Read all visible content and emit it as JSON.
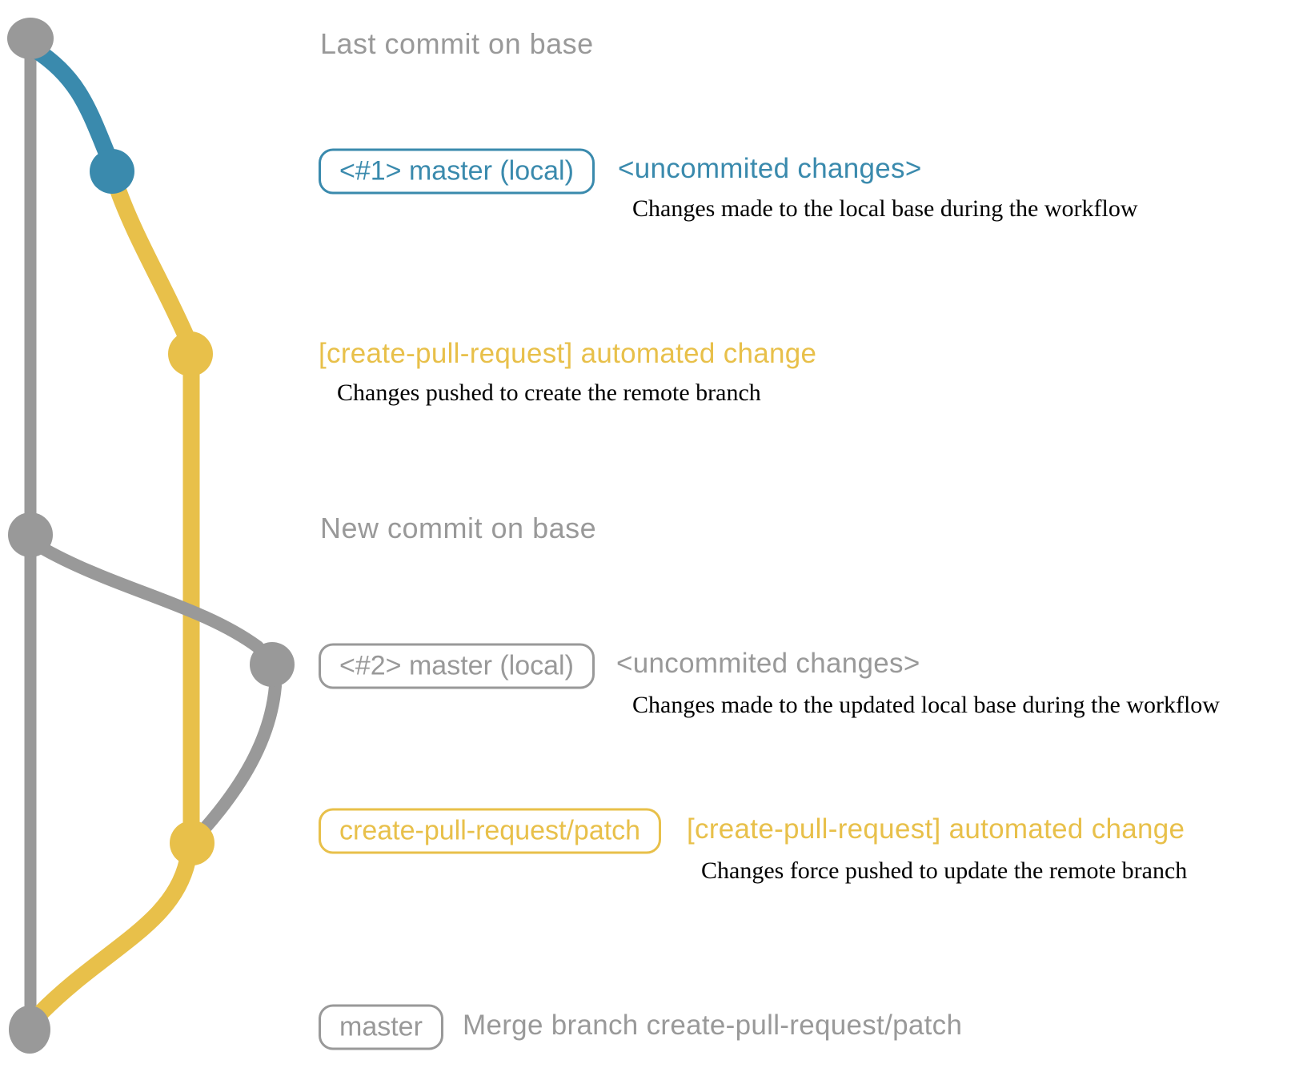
{
  "colors": {
    "gray": "#999999",
    "blue": "#3a8aad",
    "yellow": "#e8c04a",
    "ink": "#000000",
    "background": "#ffffff"
  },
  "graph": {
    "commit_nodes": [
      {
        "id": "base-last-commit",
        "color": "gray"
      },
      {
        "id": "local-master-1",
        "color": "blue"
      },
      {
        "id": "patch-branch-1",
        "color": "yellow"
      },
      {
        "id": "base-new-commit",
        "color": "gray"
      },
      {
        "id": "local-master-2",
        "color": "gray"
      },
      {
        "id": "patch-branch-2",
        "color": "yellow"
      },
      {
        "id": "merge-commit",
        "color": "gray"
      }
    ]
  },
  "annotations": {
    "row1": {
      "heading": "Last commit on base"
    },
    "row2": {
      "badge": "<#1> master (local)",
      "note": "<uncommited changes>",
      "detail": "Changes made to the local base during the workflow"
    },
    "row3": {
      "note": "[create-pull-request] automated change",
      "detail": "Changes pushed to create the remote branch"
    },
    "row4": {
      "heading": "New commit on base"
    },
    "row5": {
      "badge": "<#2> master (local)",
      "note": "<uncommited changes>",
      "detail": "Changes made to the updated local base during the workflow"
    },
    "row6": {
      "badge": "create-pull-request/patch",
      "note": "[create-pull-request] automated change",
      "detail": "Changes force pushed to update the remote branch"
    },
    "row7": {
      "badge": "master",
      "note": "Merge branch create-pull-request/patch"
    }
  }
}
